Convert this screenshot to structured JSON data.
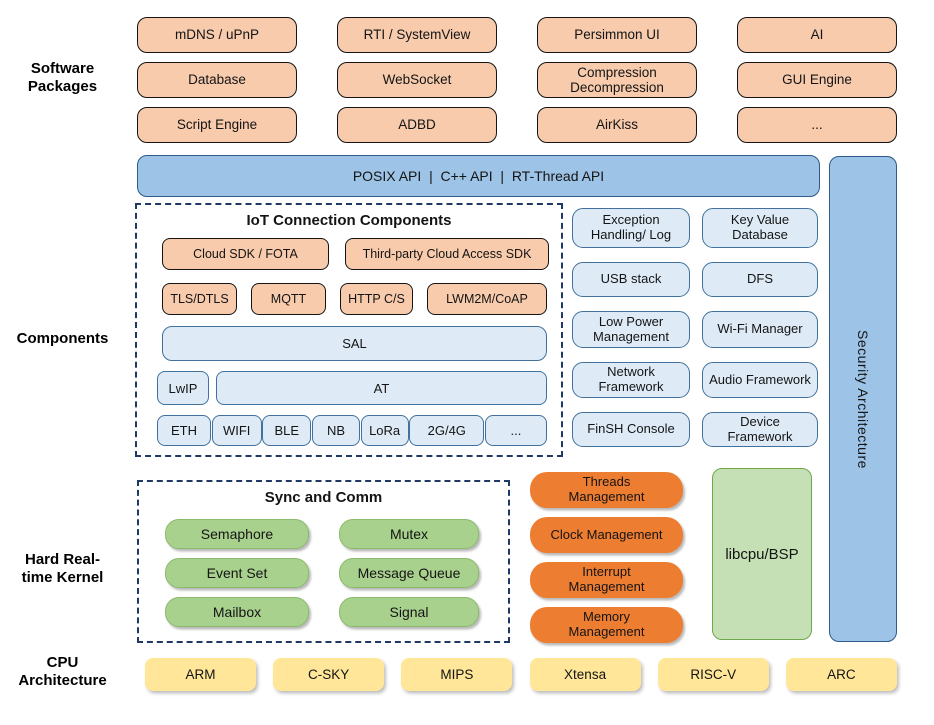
{
  "side_labels": {
    "software": "Software Packages",
    "components": "Components",
    "kernel": "Hard Real-time Kernel",
    "cpu": "CPU Architecture"
  },
  "software_packages": {
    "items": [
      "mDNS / uPnP",
      "RTI / SystemView",
      "Persimmon UI",
      "AI",
      "Database",
      "WebSocket",
      "Compression Decompression",
      "GUI Engine",
      "Script Engine",
      "ADBD",
      "AirKiss",
      "..."
    ]
  },
  "api_bar": {
    "label": "POSIX API  |  C++ API  |  RT-Thread API"
  },
  "security_bar": {
    "label": "Security Architecture"
  },
  "iot": {
    "title": "IoT Connection Components",
    "sdk_row": [
      "Cloud SDK / FOTA",
      "Third-party Cloud Access SDK"
    ],
    "protocol_row": [
      "TLS/DTLS",
      "MQTT",
      "HTTP C/S",
      "LWM2M/CoAP"
    ],
    "sal": "SAL",
    "lwip": "LwIP",
    "at": "AT",
    "link_row": [
      "ETH",
      "WIFI",
      "BLE",
      "NB",
      "LoRa",
      "2G/4G",
      "..."
    ]
  },
  "components": {
    "items": [
      "Exception Handling/ Log",
      "Key Value Database",
      "USB stack",
      "DFS",
      "Low Power Management",
      "Wi-Fi Manager",
      "Network Framework",
      "Audio Framework",
      "FinSH Console",
      "Device Framework"
    ]
  },
  "sync": {
    "title": "Sync and Comm",
    "items": [
      "Semaphore",
      "Mutex",
      "Event Set",
      "Message Queue",
      "Mailbox",
      "Signal"
    ]
  },
  "management": {
    "items": [
      "Threads Management",
      "Clock Management",
      "Interrupt Management",
      "Memory Management"
    ]
  },
  "libcpu": {
    "label": "libcpu/BSP"
  },
  "cpu_arch": {
    "items": [
      "ARM",
      "C-SKY",
      "MIPS",
      "Xtensa",
      "RISC-V",
      "ARC"
    ]
  },
  "colors": {
    "package_fill": "#F8CBAD",
    "package_border": "#141414",
    "api_fill": "#9DC3E6",
    "api_border": "#2E5B8A",
    "component_fill": "#DEEBF7",
    "component_border": "#41719C",
    "dashed_border": "#1F3864",
    "sync_green_fill": "#A9D18E",
    "libcpu_fill": "#C5E0B4",
    "libcpu_border": "#6FA650",
    "management_fill": "#ED7D31",
    "cpu_fill": "#FFE699"
  }
}
